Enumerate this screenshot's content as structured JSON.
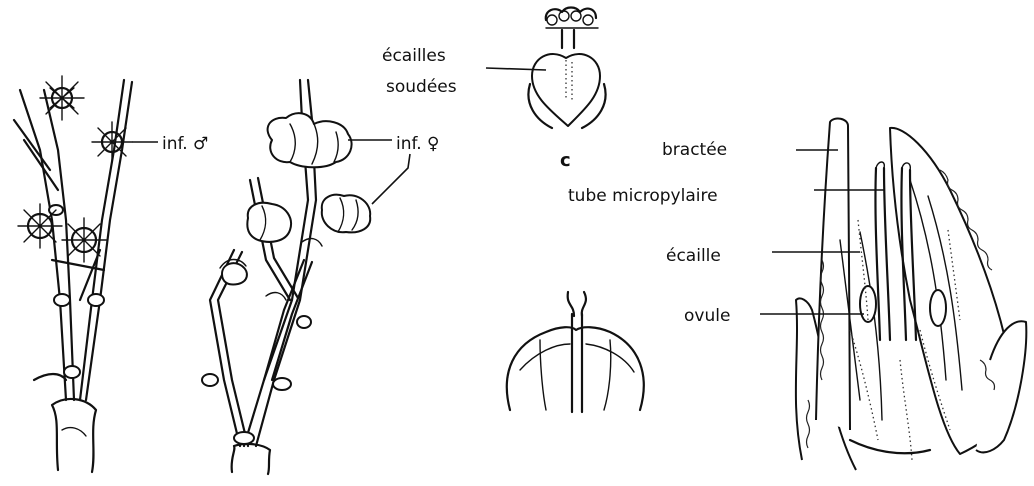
{
  "labels": {
    "inf_male": "inf. ♂",
    "inf_female": "inf. ♀",
    "ecailles_line1": "écailles",
    "ecailles_line2": "soudées",
    "letter_c": "c",
    "bractee": "bractée",
    "tube_micropylaire": "tube micropylaire",
    "ecaille": "écaille",
    "ovule": "ovule"
  }
}
